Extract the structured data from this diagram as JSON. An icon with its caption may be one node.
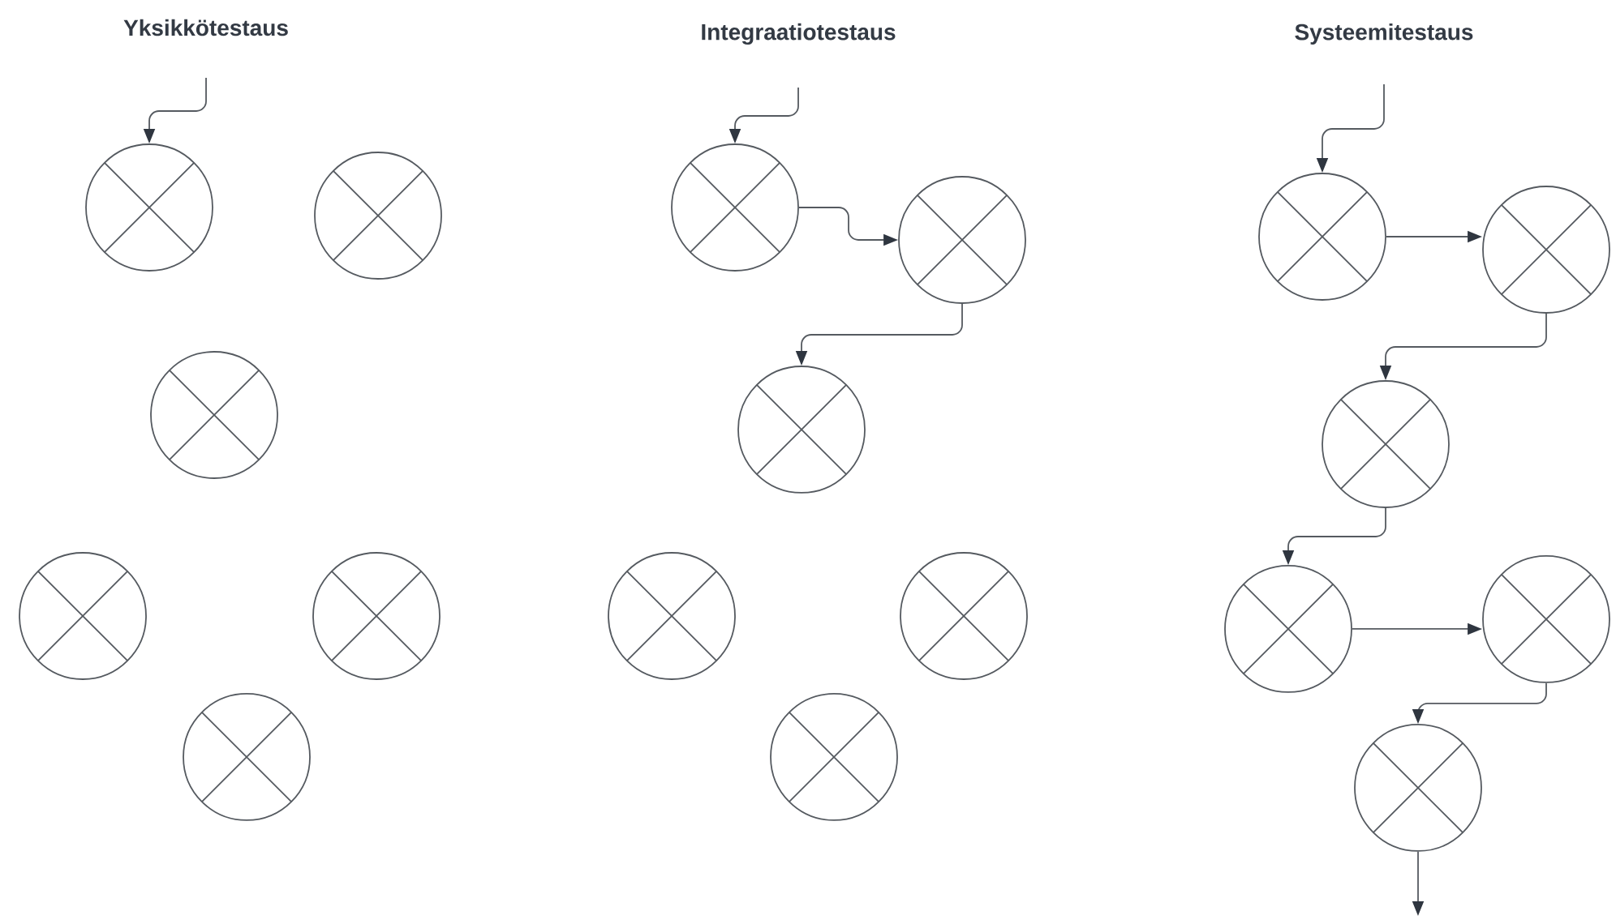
{
  "diagram": {
    "nodes": [
      {
        "text": [],
        "shape": "circle"
      },
      {
        "text": [],
        "shape": "circle"
      },
      {
        "text": [],
        "shape": "circle"
      },
      {
        "text": [],
        "shape": "circle"
      },
      {
        "text": [],
        "shape": "circle"
      },
      {
        "text": [],
        "shape": "circle"
      },
      {
        "text": [],
        "shape": "circle"
      },
      {
        "text": [],
        "shape": "circle"
      },
      {
        "text": [],
        "shape": "circle"
      },
      {
        "text": [],
        "shape": "circle"
      },
      {
        "text": [],
        "shape": "circle"
      },
      {
        "text": [],
        "shape": "circle"
      },
      {
        "text": [],
        "shape": "circle"
      },
      {
        "text": [],
        "shape": "circle"
      },
      {
        "text": [],
        "shape": "circle"
      },
      {
        "text": [],
        "shape": "circle"
      },
      {
        "text": [],
        "shape": "circle"
      },
      {
        "text": [],
        "shape": "circle"
      }
    ],
    "edges": [
      {
        "from": null,
        "to": 0,
        "arrow": "to"
      },
      {
        "from": null,
        "to": 6,
        "arrow": "to"
      },
      {
        "from": 6,
        "to": 7,
        "arrow": "to"
      },
      {
        "from": 7,
        "to": 8,
        "arrow": "to"
      },
      {
        "from": null,
        "to": 12,
        "arrow": "to"
      },
      {
        "from": 12,
        "to": 13,
        "arrow": "to"
      },
      {
        "from": 13,
        "to": 14,
        "arrow": "to"
      },
      {
        "from": 14,
        "to": 15,
        "arrow": "to"
      },
      {
        "from": 15,
        "to": 16,
        "arrow": "to"
      },
      {
        "from": 16,
        "to": 17,
        "arrow": "to"
      },
      {
        "from": 17,
        "to": null,
        "arrow": "to"
      }
    ],
    "labels": [
      "Yksikkötestaus",
      "Integraatiotestaus",
      "Systeemitestaus"
    ]
  }
}
